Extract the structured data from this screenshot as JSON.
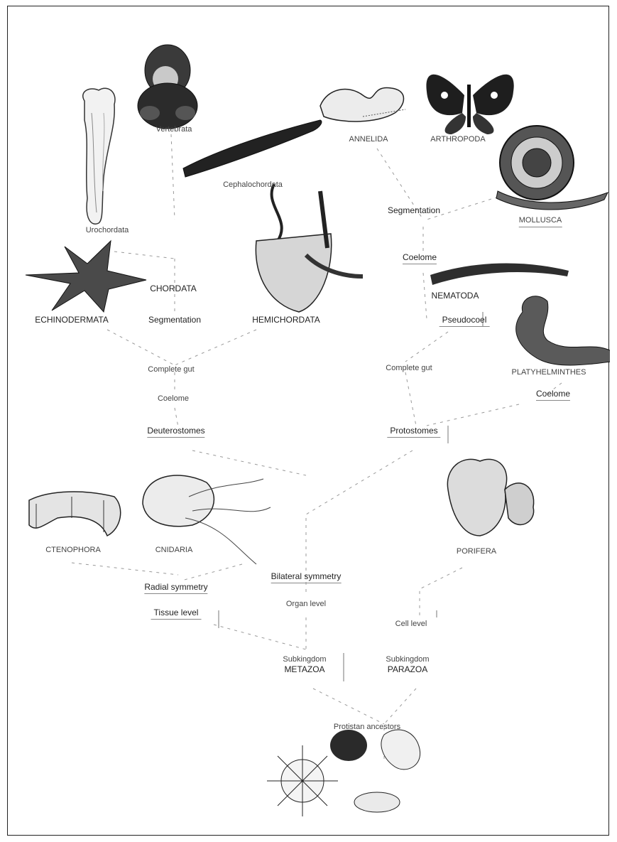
{
  "taxa": {
    "vertebrata": "Vertebrata",
    "cephalochordata": "Cephalochordata",
    "urochordata": "Urochordata",
    "annelida": "ANNELIDA",
    "arthropoda": "ARTHROPODA",
    "mollusca": "MOLLUSCA",
    "chordata": "CHORDATA",
    "echinodermata": "ECHINODERMATA",
    "hemichordata": "HEMICHORDATA",
    "nematoda": "NEMATODA",
    "platyhelminthes": "PLATYHELMINTHES",
    "ctenophora": "CTENOPHORA",
    "cnidaria": "CNIDARIA",
    "porifera": "PORIFERA"
  },
  "characters": {
    "segmentation_left": "Segmentation",
    "segmentation_right": "Segmentation",
    "coelome_right_upper": "Coelome",
    "pseudocoel": "Pseudocoel",
    "complete_gut_left": "Complete gut",
    "complete_gut_right": "Complete gut",
    "coelome_left": "Coelome",
    "coelome_right_lower": "Coelome",
    "deuterostomes": "Deuterostomes",
    "protostomes": "Protostomes",
    "bilateral_symmetry": "Bilateral symmetry",
    "radial_symmetry": "Radial symmetry",
    "tissue_level": "Tissue level",
    "organ_level": "Organ level",
    "cell_level": "Cell level"
  },
  "subkingdoms": {
    "metazoa_line1": "Subkingdom",
    "metazoa_line2": "METAZOA",
    "parazoa_line1": "Subkingdom",
    "parazoa_line2": "PARAZOA"
  },
  "root": {
    "label": "Protistan ancestors"
  }
}
